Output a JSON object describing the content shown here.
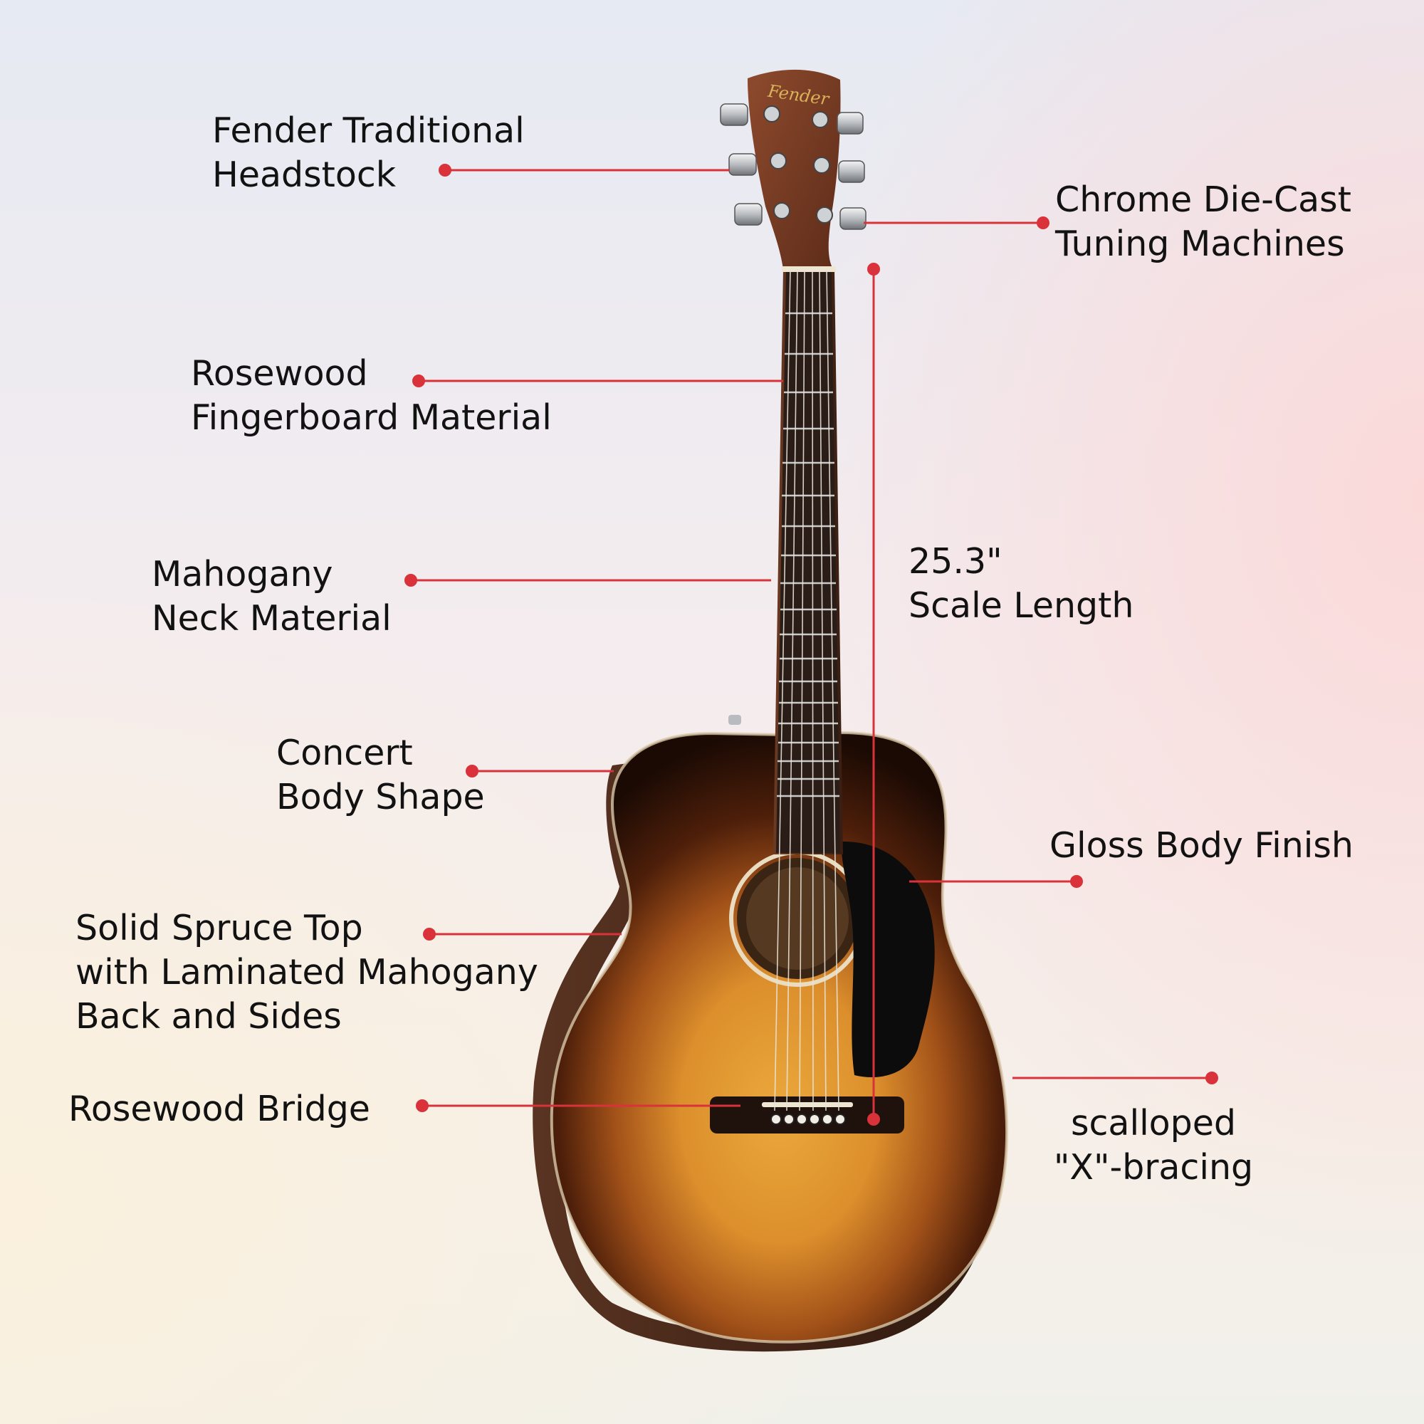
{
  "colors": {
    "leader": "#d9323a",
    "text": "#121212",
    "headstock": "#7a3d26",
    "sunburst_center": "#e9a339",
    "sunburst_edge": "#1e0c05",
    "pickguard": "#0c0c0d",
    "fretboard": "#2a1c17",
    "sides": "#4a2a1c"
  },
  "headstock_logo": "Fender",
  "callouts": {
    "headstock": {
      "line1": "Fender Traditional",
      "line2": "Headstock"
    },
    "tuners": {
      "line1": "Chrome Die-Cast",
      "line2": "Tuning Machines"
    },
    "fingerboard": {
      "line1": "Rosewood",
      "line2": "Fingerboard Material"
    },
    "neck": {
      "line1": "Mahogany",
      "line2": "Neck Material"
    },
    "scale": {
      "line1": "25.3\"",
      "line2": "Scale Length"
    },
    "body_shape": {
      "line1": "Concert",
      "line2": "Body Shape"
    },
    "finish": {
      "line1": "Gloss Body Finish"
    },
    "top": {
      "line1": "Solid Spruce Top",
      "line2": "with Laminated Mahogany",
      "line3": "Back and Sides"
    },
    "bridge": {
      "line1": "Rosewood Bridge"
    },
    "bracing": {
      "line1": "scalloped",
      "line2": "\"X\"-bracing"
    }
  }
}
